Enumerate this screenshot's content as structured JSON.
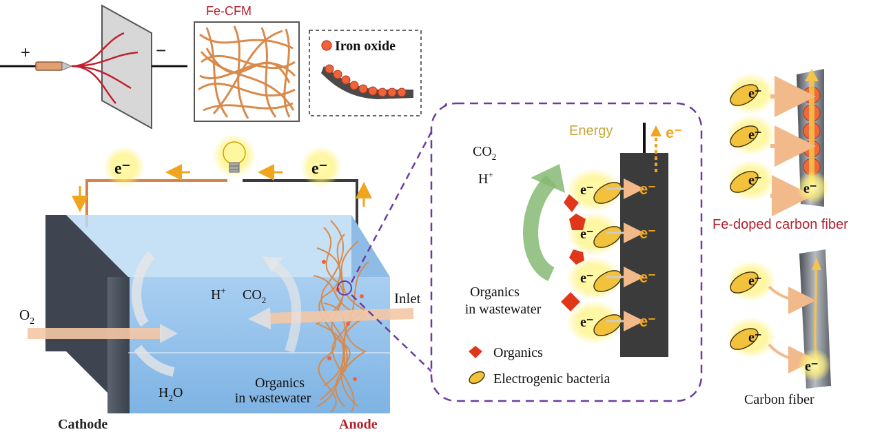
{
  "labels": {
    "plus": "+",
    "minus": "−",
    "fe_cfm": "Fe-CFM",
    "iron_oxide": "Iron oxide",
    "electron": "e⁻",
    "o2_main": "O",
    "o2_sub": "2",
    "h_plus_main": "H",
    "h_plus_sup": "+",
    "co2_main": "CO",
    "co2_sub": "2",
    "h2o_h": "H",
    "h2o_sub": "2",
    "h2o_o": "O",
    "organics_line1": "Organics",
    "organics_line2": "in wastewater",
    "inlet": "Inlet",
    "cathode": "Cathode",
    "anode": "Anode",
    "energy": "Energy",
    "legend_organics": "Organics",
    "legend_bacteria": "Electrogenic bacteria",
    "fe_doped_carbon_fiber": "Fe-doped carbon fiber",
    "carbon_fiber": "Carbon fiber"
  },
  "colors": {
    "accent_red": "#b01f2e",
    "electron_orange": "#f0a51c",
    "water_blue": "#9fc6ec",
    "dashed_purple": "#6a3ba0",
    "fiber_orange": "#d98a4a",
    "organics_red": "#e0361a"
  }
}
